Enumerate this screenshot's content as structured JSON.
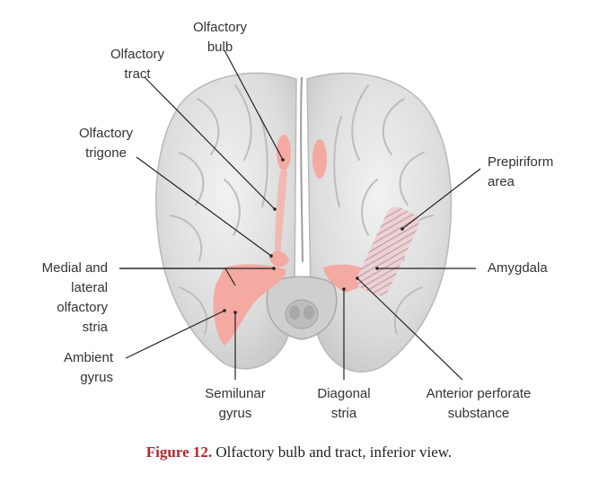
{
  "labels": {
    "olfactory_bulb": "Olfactory\nbulb",
    "olfactory_tract": "Olfactory\ntract",
    "olfactory_trigone": "Olfactory\ntrigone",
    "prepiriform_area": "Prepiriform\narea",
    "medial_lateral_stria": "Medial and\nlateral\nolfactory\nstria",
    "amygdala": "Amygdala",
    "ambient_gyrus": "Ambient\ngyrus",
    "semilunar_gyrus": "Semilunar\ngyrus",
    "diagonal_stria": "Diagonal\nstria",
    "anterior_perforate": "Anterior perforate\nsubstance"
  },
  "caption": {
    "figure_number": "Figure 12.",
    "text": " Olfactory bulb and tract, inferior view."
  },
  "colors": {
    "highlight": "#f4a9a3",
    "brain": "#dedede",
    "leader": "#222222",
    "caption_accent": "#b3262b"
  }
}
